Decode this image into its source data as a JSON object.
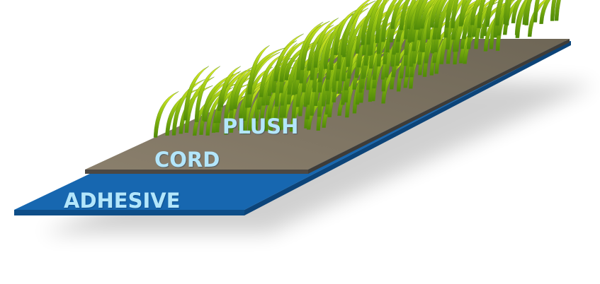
{
  "labels": {
    "plush": "PLUSH",
    "cord": "CORD",
    "adhesive": "ADHESIVE"
  },
  "colors": {
    "adhesive": "#1669b3",
    "adhesive_edge": "#0f4f8a",
    "cord": "#7e7462",
    "cord_edge": "#4e4a44",
    "grass_light": "#d8ea1a",
    "grass_dark": "#5e9a0c",
    "label": "#b3e6fb"
  }
}
